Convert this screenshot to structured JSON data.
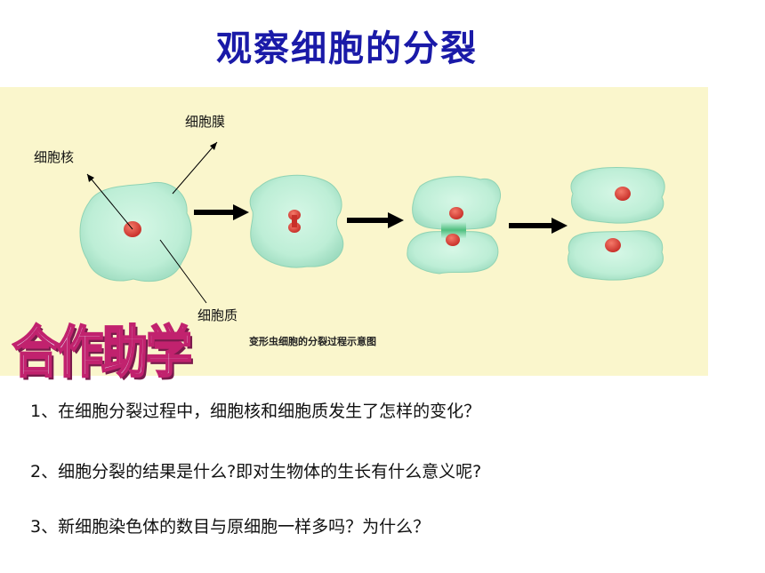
{
  "title": "观察细胞的分裂",
  "labels": {
    "membrane": "细胞膜",
    "nucleus": "细胞核",
    "cytoplasm": "细胞质"
  },
  "caption": "变形虫细胞的分裂过程示意图",
  "cooperate": "合作助学",
  "questions": [
    "1、在细胞分裂过程中，细胞核和细胞质发生了怎样的变化？",
    "2、细胞分裂的结果是什么?即对生物体的生长有什么意义呢?",
    "3、新细胞染色体的数目与原细胞一样多吗？为什么？"
  ],
  "colors": {
    "title": "#1a1aa8",
    "panel_background": "#faf6cc",
    "cell_fill": "#c7f0dc",
    "nucleus": "#d9433a",
    "arrow": "#000000",
    "cooperate_stroke": "#c1226e"
  }
}
